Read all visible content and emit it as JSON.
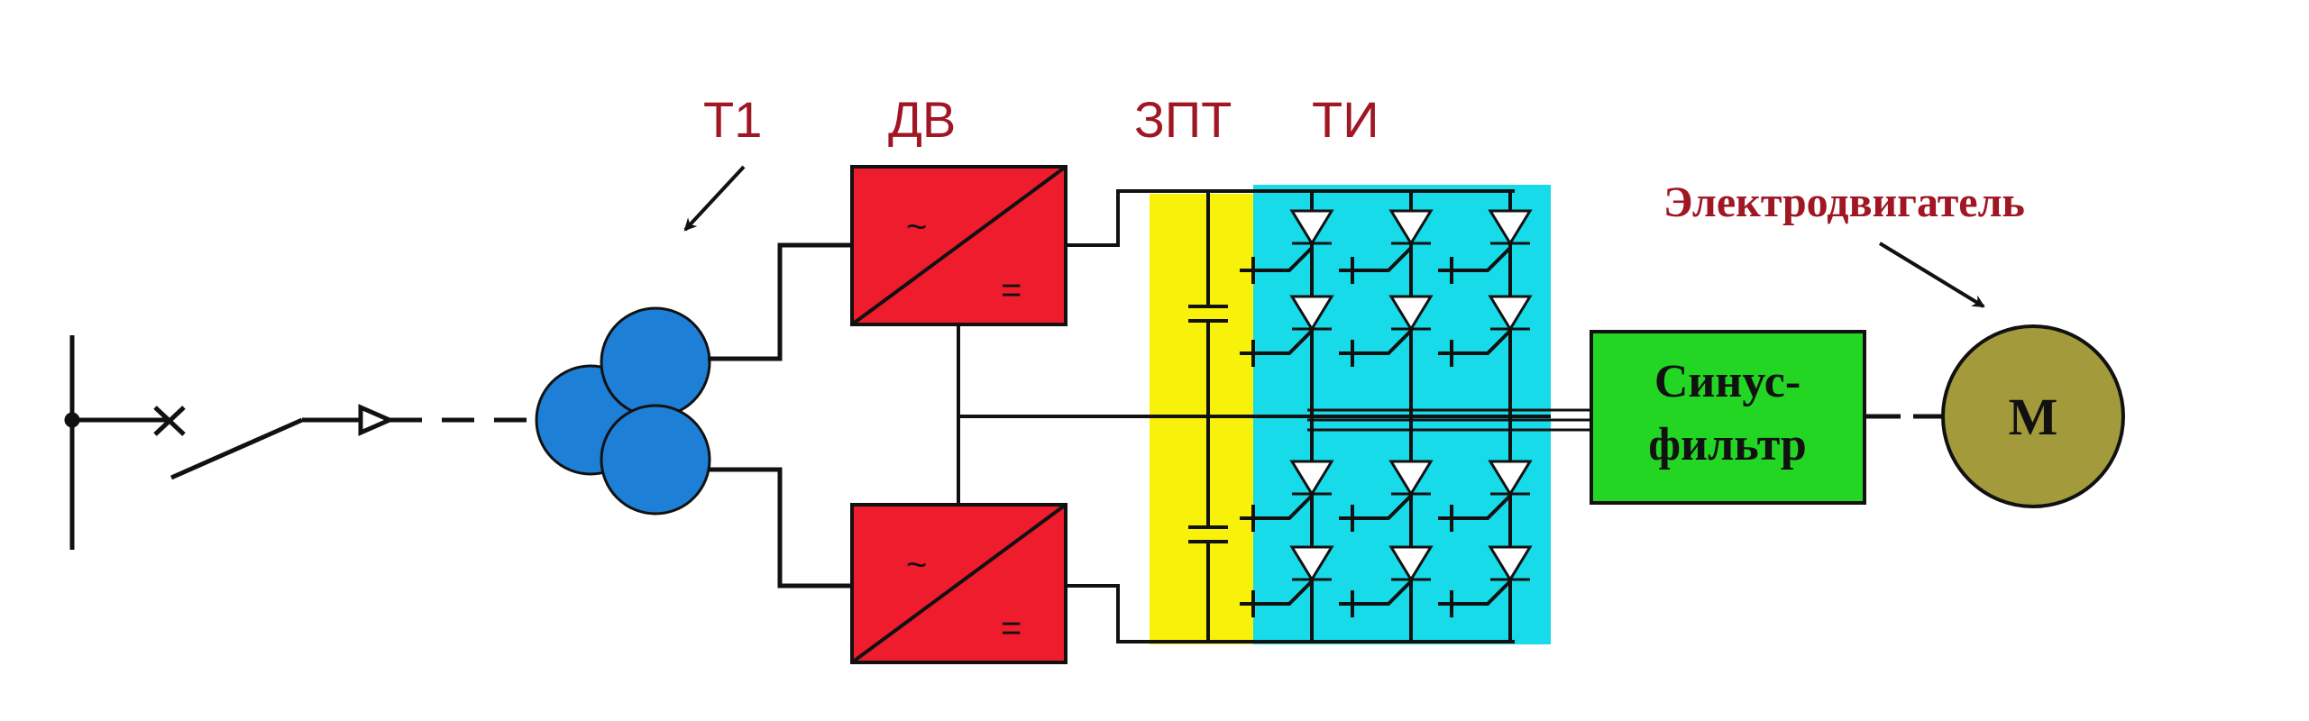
{
  "labels": {
    "t1": "Т1",
    "dv": "ДВ",
    "zpt": "ЗПТ",
    "ti": "ТИ",
    "motor_caption": "Электродвигатель"
  },
  "rectifier": {
    "ac_symbol": "~",
    "dc_symbol": "="
  },
  "sine_filter": {
    "line1": "Синус-",
    "line2": "фильтр"
  },
  "motor": {
    "symbol": "М"
  },
  "colors": {
    "transformer": "#1e7fd6",
    "rectifier": "#ee1c2c",
    "dc_link": "#f8f20a",
    "inverter": "#17dbe8",
    "sine_filter": "#22d623",
    "motor": "#a39a3c",
    "label_red": "#a01622",
    "line": "#111111"
  }
}
